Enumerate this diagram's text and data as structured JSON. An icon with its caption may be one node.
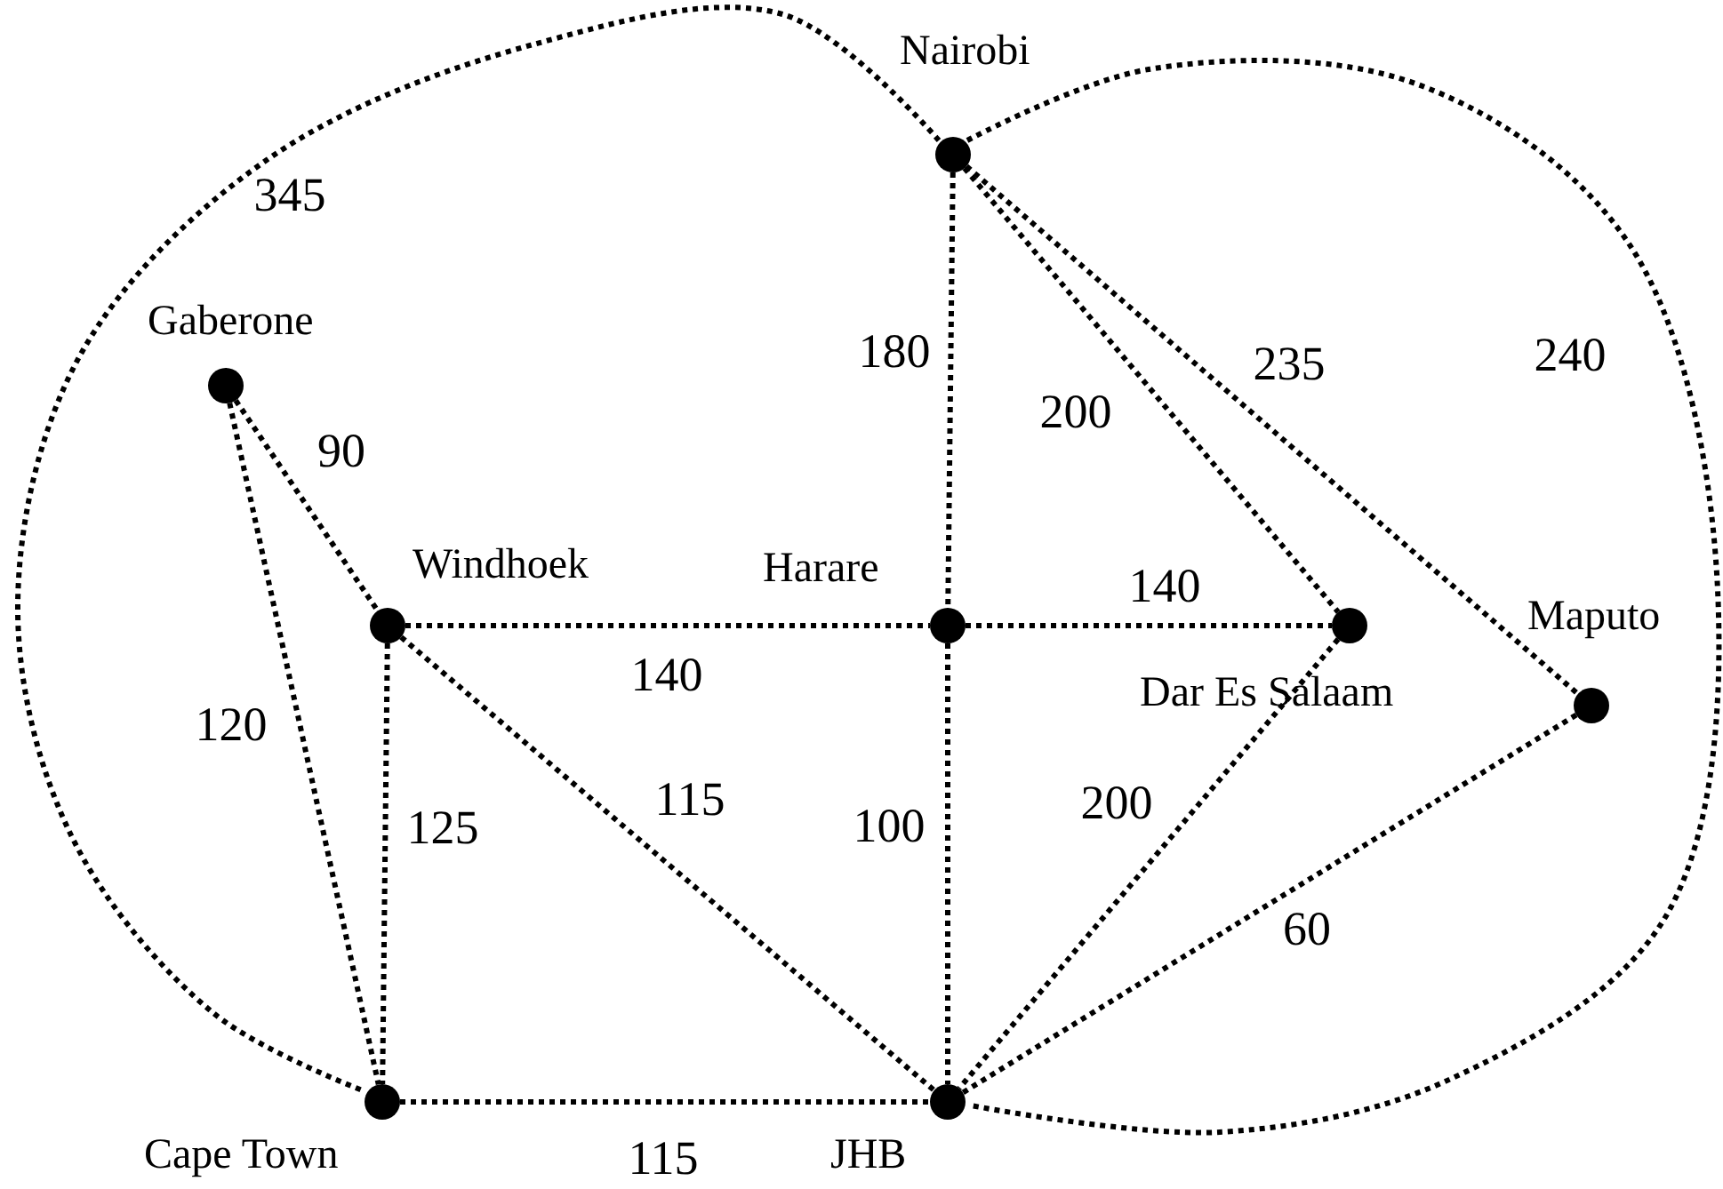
{
  "diagram": {
    "nodes": [
      {
        "text": [
          "Nairobi"
        ]
      },
      {
        "text": [
          "Gaberone"
        ]
      },
      {
        "text": [
          "Windhoek"
        ]
      },
      {
        "text": [
          "Harare"
        ]
      },
      {
        "text": [
          "Dar Es Salaam"
        ]
      },
      {
        "text": [
          "Maputo"
        ]
      },
      {
        "text": [
          "Cape Town"
        ]
      },
      {
        "text": [
          "JHB"
        ]
      }
    ],
    "edges": [
      {
        "from": 0,
        "to": 6,
        "arrow": "none",
        "label": "345"
      },
      {
        "from": 0,
        "to": 7,
        "arrow": "none",
        "label": "240"
      },
      {
        "from": 1,
        "to": 2,
        "arrow": "none",
        "label": "90"
      },
      {
        "from": 1,
        "to": 6,
        "arrow": "none",
        "label": "120"
      },
      {
        "from": 2,
        "to": 3,
        "arrow": "none",
        "label": "140"
      },
      {
        "from": 3,
        "to": 4,
        "arrow": "none",
        "label": "140"
      },
      {
        "from": 2,
        "to": 6,
        "arrow": "none",
        "label": "125"
      },
      {
        "from": 2,
        "to": 7,
        "arrow": "none",
        "label": "115"
      },
      {
        "from": 6,
        "to": 7,
        "arrow": "none",
        "label": "115"
      },
      {
        "from": 0,
        "to": 3,
        "arrow": "none",
        "label": "180"
      },
      {
        "from": 0,
        "to": 4,
        "arrow": "none",
        "label": "200"
      },
      {
        "from": 0,
        "to": 5,
        "arrow": "none",
        "label": "235"
      },
      {
        "from": 3,
        "to": 7,
        "arrow": "none",
        "label": "100"
      },
      {
        "from": 4,
        "to": 7,
        "arrow": "none",
        "label": "200"
      },
      {
        "from": 5,
        "to": 7,
        "arrow": "none",
        "label": "60"
      }
    ]
  }
}
